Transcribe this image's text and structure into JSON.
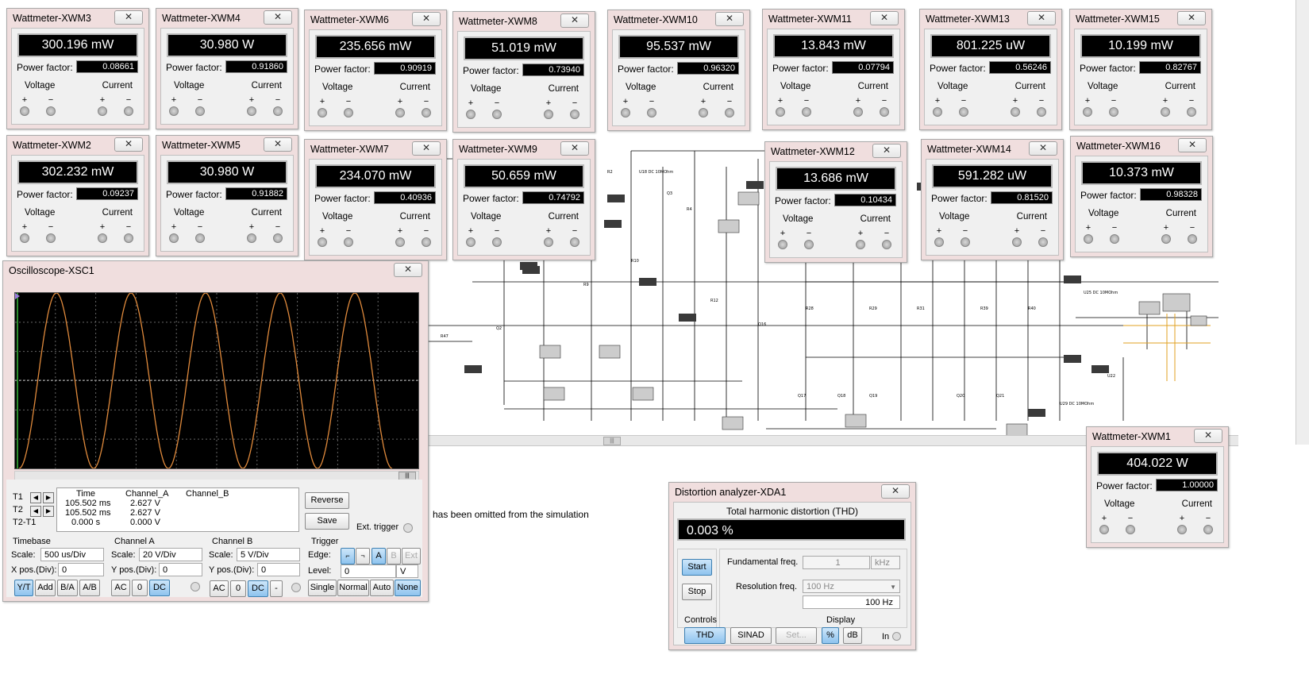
{
  "wattmeters": [
    {
      "name": "Wattmeter-XWM3",
      "value": "300.196 mW",
      "pf": "0.08661"
    },
    {
      "name": "Wattmeter-XWM4",
      "value": "30.980 W",
      "pf": "0.91860"
    },
    {
      "name": "Wattmeter-XWM6",
      "value": "235.656 mW",
      "pf": "0.90919"
    },
    {
      "name": "Wattmeter-XWM8",
      "value": "51.019 mW",
      "pf": "0.73940"
    },
    {
      "name": "Wattmeter-XWM10",
      "value": "95.537 mW",
      "pf": "0.96320"
    },
    {
      "name": "Wattmeter-XWM11",
      "value": "13.843 mW",
      "pf": "0.07794"
    },
    {
      "name": "Wattmeter-XWM13",
      "value": "801.225 uW",
      "pf": "0.56246"
    },
    {
      "name": "Wattmeter-XWM15",
      "value": "10.199 mW",
      "pf": "0.82767"
    },
    {
      "name": "Wattmeter-XWM2",
      "value": "302.232 mW",
      "pf": "0.09237"
    },
    {
      "name": "Wattmeter-XWM5",
      "value": "30.980 W",
      "pf": "0.91882"
    },
    {
      "name": "Wattmeter-XWM7",
      "value": "234.070 mW",
      "pf": "0.40936"
    },
    {
      "name": "Wattmeter-XWM9",
      "value": "50.659 mW",
      "pf": "0.74792"
    },
    {
      "name": "Wattmeter-XWM12",
      "value": "13.686 mW",
      "pf": "0.10434"
    },
    {
      "name": "Wattmeter-XWM14",
      "value": "591.282 uW",
      "pf": "0.81520"
    },
    {
      "name": "Wattmeter-XWM16",
      "value": "10.373 mW",
      "pf": "0.98328"
    },
    {
      "name": "Wattmeter-XWM1",
      "value": "404.022 W",
      "pf": "1.00000"
    }
  ],
  "wattmeter_labels": {
    "power_factor": "Power factor:",
    "voltage": "Voltage",
    "current": "Current",
    "plus": "+",
    "minus": "−",
    "close": "✕"
  },
  "status_message": "has been omitted from the simulation",
  "oscilloscope": {
    "title": "Oscilloscope-XSC1",
    "cursor_table": {
      "headers": [
        "Time",
        "Channel_A",
        "Channel_B"
      ],
      "rows": [
        {
          "label": "T1",
          "time": "105.502 ms",
          "a": "2.627 V",
          "b": ""
        },
        {
          "label": "T2",
          "time": "105.502 ms",
          "a": "2.627 V",
          "b": ""
        },
        {
          "label": "T2-T1",
          "time": "0.000 s",
          "a": "0.000 V",
          "b": ""
        }
      ]
    },
    "reverse_label": "Reverse",
    "save_label": "Save",
    "ext_trigger_label": "Ext. trigger",
    "timebase": {
      "header": "Timebase",
      "scale_label": "Scale:",
      "scale": "500 us/Div",
      "xpos_label": "X pos.(Div):",
      "xpos": "0",
      "buttons": [
        "Y/T",
        "Add",
        "B/A",
        "A/B"
      ]
    },
    "channel_a": {
      "header": "Channel A",
      "scale_label": "Scale:",
      "scale": "20  V/Div",
      "ypos_label": "Y pos.(Div):",
      "ypos": "0",
      "buttons": [
        "AC",
        "0",
        "DC"
      ]
    },
    "channel_b": {
      "header": "Channel B",
      "scale_label": "Scale:",
      "scale": "5  V/Div",
      "ypos_label": "Y pos.(Div):",
      "ypos": "0",
      "buttons": [
        "AC",
        "0",
        "DC",
        "-"
      ]
    },
    "trigger": {
      "header": "Trigger",
      "edge_label": "Edge:",
      "level_label": "Level:",
      "level": "0",
      "level_unit": "V",
      "edge_buttons": [
        "A",
        "B",
        "Ext"
      ],
      "mode_buttons": [
        "Single",
        "Normal",
        "Auto",
        "None"
      ]
    },
    "waveform": {
      "cycles": 5,
      "amplitude_div": 3.0,
      "color": "#e08a3c"
    }
  },
  "distortion": {
    "title": "Distortion analyzer-XDA1",
    "thd_label": "Total harmonic distortion (THD)",
    "thd_value": "0.003 %",
    "start_label": "Start",
    "stop_label": "Stop",
    "fund_label": "Fundamental freq.",
    "fund_value": "1",
    "fund_unit": "kHz",
    "res_label": "Resolution freq.",
    "res_value": "100 Hz",
    "res_display": "100 Hz",
    "controls_label": "Controls",
    "display_label": "Display",
    "thd_btn": "THD",
    "sinad_btn": "SINAD",
    "set_btn": "Set...",
    "pct_btn": "%",
    "db_btn": "dB",
    "in_label": "In"
  }
}
